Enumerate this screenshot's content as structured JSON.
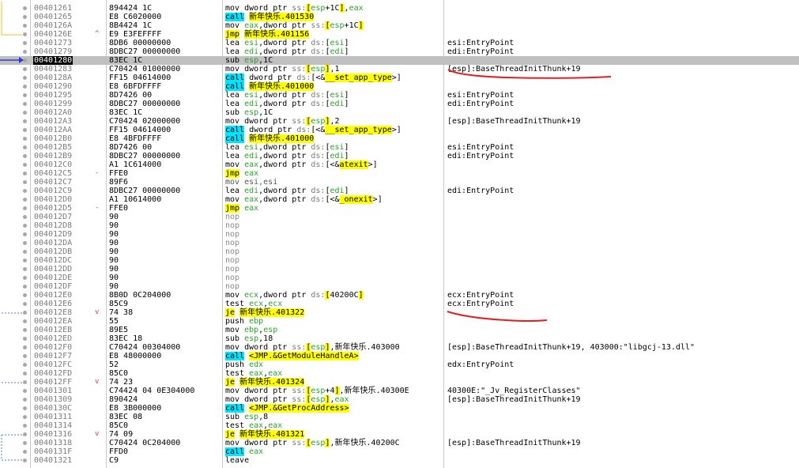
{
  "rows": [
    {
      "addr": "00401261",
      "hex": "894424 1C",
      "mark": "",
      "asm": [
        [
          "mne",
          "mov dword ptr "
        ],
        [
          "seg",
          "ss:"
        ],
        [
          "br",
          "["
        ],
        [
          "reg",
          "esp"
        ],
        [
          "lbl",
          "+1C"
        ],
        [
          "br",
          "]"
        ],
        [
          "lbl",
          ","
        ],
        [
          "reg",
          "eax"
        ]
      ],
      "cmt": ""
    },
    {
      "addr": "00401265",
      "hex": "E8 C6020000",
      "mark": "",
      "asm": [
        [
          "call",
          "call"
        ],
        [
          "lbl",
          " "
        ],
        [
          "dest",
          "新年快乐.401530"
        ]
      ],
      "cmt": ""
    },
    {
      "addr": "0040126A",
      "hex": "8B4424 1C",
      "mark": "",
      "asm": [
        [
          "mne",
          "mov "
        ],
        [
          "reg",
          "eax"
        ],
        [
          "lbl",
          ",dword ptr "
        ],
        [
          "seg",
          "ss:"
        ],
        [
          "br",
          "["
        ],
        [
          "reg",
          "esp"
        ],
        [
          "lbl",
          "+1C"
        ],
        [
          "br",
          "]"
        ]
      ],
      "cmt": ""
    },
    {
      "addr": "0040126E",
      "hex": "E9 E3FEFFFF",
      "mark": "^",
      "asm": [
        [
          "jmp",
          "jmp"
        ],
        [
          "lbl",
          " "
        ],
        [
          "dest",
          "新年快乐.401156"
        ]
      ],
      "cmt": ""
    },
    {
      "addr": "00401273",
      "hex": "8DB6 00000000",
      "mark": "",
      "asm": [
        [
          "mne",
          "lea "
        ],
        [
          "reg",
          "esi"
        ],
        [
          "lbl",
          ",dword ptr "
        ],
        [
          "seg",
          "ds:"
        ],
        [
          "lbl",
          "["
        ],
        [
          "reg",
          "esi"
        ],
        [
          "lbl",
          "]"
        ]
      ],
      "cmt": "esi:EntryPoint"
    },
    {
      "addr": "00401279",
      "hex": "8DBC27 00000000",
      "mark": "",
      "asm": [
        [
          "mne",
          "lea "
        ],
        [
          "reg",
          "edi"
        ],
        [
          "lbl",
          ",dword ptr "
        ],
        [
          "seg",
          "ds:"
        ],
        [
          "lbl",
          "["
        ],
        [
          "reg",
          "edi"
        ],
        [
          "lbl",
          "]"
        ]
      ],
      "cmt": "edi:EntryPoint"
    },
    {
      "addr": "00401280",
      "hex": "83EC 1C",
      "mark": "",
      "cur": true,
      "asm": [
        [
          "mne",
          "sub "
        ],
        [
          "reg",
          "esp"
        ],
        [
          "lbl",
          ",1C"
        ]
      ],
      "cmt": ""
    },
    {
      "addr": "00401283",
      "hex": "C70424 01000000",
      "mark": "",
      "asm": [
        [
          "mne",
          "mov dword ptr "
        ],
        [
          "seg",
          "ss:"
        ],
        [
          "br",
          "["
        ],
        [
          "reg",
          "esp"
        ],
        [
          "br",
          "]"
        ],
        [
          "lbl",
          ",1"
        ]
      ],
      "cmt": "[esp]:BaseThreadInitThunk+19"
    },
    {
      "addr": "0040128A",
      "hex": "FF15 04614000",
      "mark": "",
      "asm": [
        [
          "call",
          "call"
        ],
        [
          "lbl",
          " dword ptr "
        ],
        [
          "seg",
          "ds:"
        ],
        [
          "lbl",
          "[<&"
        ],
        [
          "dest",
          "__set_app_type"
        ],
        [
          "lbl",
          ">]"
        ]
      ],
      "cmt": ""
    },
    {
      "addr": "00401290",
      "hex": "E8 6BFDFFFF",
      "mark": "",
      "asm": [
        [
          "call",
          "call"
        ],
        [
          "lbl",
          " "
        ],
        [
          "dest",
          "新年快乐.401000"
        ]
      ],
      "cmt": ""
    },
    {
      "addr": "00401295",
      "hex": "8D7426 00",
      "mark": "",
      "asm": [
        [
          "mne",
          "lea "
        ],
        [
          "reg",
          "esi"
        ],
        [
          "lbl",
          ",dword ptr "
        ],
        [
          "seg",
          "ds:"
        ],
        [
          "lbl",
          "["
        ],
        [
          "reg",
          "esi"
        ],
        [
          "lbl",
          "]"
        ]
      ],
      "cmt": "esi:EntryPoint"
    },
    {
      "addr": "00401299",
      "hex": "8DBC27 00000000",
      "mark": "",
      "asm": [
        [
          "mne",
          "lea "
        ],
        [
          "reg",
          "edi"
        ],
        [
          "lbl",
          ",dword ptr "
        ],
        [
          "seg",
          "ds:"
        ],
        [
          "lbl",
          "["
        ],
        [
          "reg",
          "edi"
        ],
        [
          "lbl",
          "]"
        ]
      ],
      "cmt": "edi:EntryPoint"
    },
    {
      "addr": "004012A0",
      "hex": "83EC 1C",
      "mark": "",
      "asm": [
        [
          "mne",
          "sub "
        ],
        [
          "reg",
          "esp"
        ],
        [
          "lbl",
          ",1C"
        ]
      ],
      "cmt": ""
    },
    {
      "addr": "004012A3",
      "hex": "C70424 02000000",
      "mark": "",
      "asm": [
        [
          "mne",
          "mov dword ptr "
        ],
        [
          "seg",
          "ss:"
        ],
        [
          "br",
          "["
        ],
        [
          "reg",
          "esp"
        ],
        [
          "br",
          "]"
        ],
        [
          "lbl",
          ",2"
        ]
      ],
      "cmt": "[esp]:BaseThreadInitThunk+19"
    },
    {
      "addr": "004012AA",
      "hex": "FF15 04614000",
      "mark": "",
      "asm": [
        [
          "call",
          "call"
        ],
        [
          "lbl",
          " dword ptr "
        ],
        [
          "seg",
          "ds:"
        ],
        [
          "lbl",
          "[<&"
        ],
        [
          "dest",
          "__set_app_type"
        ],
        [
          "lbl",
          ">]"
        ]
      ],
      "cmt": ""
    },
    {
      "addr": "004012B0",
      "hex": "E8 4BFDFFFF",
      "mark": "",
      "asm": [
        [
          "call",
          "call"
        ],
        [
          "lbl",
          " "
        ],
        [
          "dest",
          "新年快乐.401000"
        ]
      ],
      "cmt": ""
    },
    {
      "addr": "004012B5",
      "hex": "8D7426 00",
      "mark": "",
      "asm": [
        [
          "mne",
          "lea "
        ],
        [
          "reg",
          "esi"
        ],
        [
          "lbl",
          ",dword ptr "
        ],
        [
          "seg",
          "ds:"
        ],
        [
          "lbl",
          "["
        ],
        [
          "reg",
          "esi"
        ],
        [
          "lbl",
          "]"
        ]
      ],
      "cmt": "esi:EntryPoint"
    },
    {
      "addr": "004012B9",
      "hex": "8DBC27 00000000",
      "mark": "",
      "asm": [
        [
          "mne",
          "lea "
        ],
        [
          "reg",
          "edi"
        ],
        [
          "lbl",
          ",dword ptr "
        ],
        [
          "seg",
          "ds:"
        ],
        [
          "lbl",
          "["
        ],
        [
          "reg",
          "edi"
        ],
        [
          "lbl",
          "]"
        ]
      ],
      "cmt": "edi:EntryPoint"
    },
    {
      "addr": "004012C0",
      "hex": "A1 1C614000",
      "mark": "",
      "asm": [
        [
          "mne",
          "mov "
        ],
        [
          "reg",
          "eax"
        ],
        [
          "lbl",
          ",dword ptr "
        ],
        [
          "seg",
          "ds:"
        ],
        [
          "lbl",
          "[<&"
        ],
        [
          "dest",
          "atexit"
        ],
        [
          "lbl",
          ">]"
        ]
      ],
      "cmt": ""
    },
    {
      "addr": "004012C5",
      "hex": "FFE0",
      "mark": "-",
      "asm": [
        [
          "jmp",
          "jmp"
        ],
        [
          "lbl",
          " "
        ],
        [
          "reg",
          "eax"
        ]
      ],
      "cmt": ""
    },
    {
      "addr": "004012C7",
      "hex": "89F6",
      "mark": "",
      "asm": [
        [
          "gray",
          "mov esi,esi"
        ]
      ],
      "cmt": ""
    },
    {
      "addr": "004012C9",
      "hex": "8DBC27 00000000",
      "mark": "",
      "asm": [
        [
          "mne",
          "lea "
        ],
        [
          "reg",
          "edi"
        ],
        [
          "lbl",
          ",dword ptr "
        ],
        [
          "seg",
          "ds:"
        ],
        [
          "lbl",
          "["
        ],
        [
          "reg",
          "edi"
        ],
        [
          "lbl",
          "]"
        ]
      ],
      "cmt": "edi:EntryPoint"
    },
    {
      "addr": "004012D0",
      "hex": "A1 10614000",
      "mark": "",
      "asm": [
        [
          "mne",
          "mov "
        ],
        [
          "reg",
          "eax"
        ],
        [
          "lbl",
          ",dword ptr "
        ],
        [
          "seg",
          "ds:"
        ],
        [
          "lbl",
          "[<&"
        ],
        [
          "dest",
          "_onexit"
        ],
        [
          "lbl",
          ">]"
        ]
      ],
      "cmt": ""
    },
    {
      "addr": "004012D5",
      "hex": "FFE0",
      "mark": "-",
      "asm": [
        [
          "jmp",
          "jmp"
        ],
        [
          "lbl",
          " "
        ],
        [
          "reg",
          "eax"
        ]
      ],
      "cmt": ""
    },
    {
      "addr": "004012D7",
      "hex": "90",
      "mark": "",
      "asm": [
        [
          "nop",
          "nop"
        ]
      ],
      "cmt": ""
    },
    {
      "addr": "004012D8",
      "hex": "90",
      "mark": "",
      "asm": [
        [
          "nop",
          "nop"
        ]
      ],
      "cmt": ""
    },
    {
      "addr": "004012D9",
      "hex": "90",
      "mark": "",
      "asm": [
        [
          "nop",
          "nop"
        ]
      ],
      "cmt": ""
    },
    {
      "addr": "004012DA",
      "hex": "90",
      "mark": "",
      "asm": [
        [
          "nop",
          "nop"
        ]
      ],
      "cmt": ""
    },
    {
      "addr": "004012DB",
      "hex": "90",
      "mark": "",
      "asm": [
        [
          "nop",
          "nop"
        ]
      ],
      "cmt": ""
    },
    {
      "addr": "004012DC",
      "hex": "90",
      "mark": "",
      "asm": [
        [
          "nop",
          "nop"
        ]
      ],
      "cmt": ""
    },
    {
      "addr": "004012DD",
      "hex": "90",
      "mark": "",
      "asm": [
        [
          "nop",
          "nop"
        ]
      ],
      "cmt": ""
    },
    {
      "addr": "004012DE",
      "hex": "90",
      "mark": "",
      "asm": [
        [
          "nop",
          "nop"
        ]
      ],
      "cmt": ""
    },
    {
      "addr": "004012DF",
      "hex": "90",
      "mark": "",
      "asm": [
        [
          "nop",
          "nop"
        ]
      ],
      "cmt": ""
    },
    {
      "addr": "004012E0",
      "hex": "8B0D 0C204000",
      "mark": "",
      "asm": [
        [
          "mne",
          "mov "
        ],
        [
          "reg",
          "ecx"
        ],
        [
          "lbl",
          ",dword ptr "
        ],
        [
          "seg",
          "ds:"
        ],
        [
          "br",
          "["
        ],
        [
          "lbl",
          "40200C"
        ],
        [
          "br",
          "]"
        ]
      ],
      "cmt": "ecx:EntryPoint"
    },
    {
      "addr": "004012E6",
      "hex": "85C9",
      "mark": "",
      "asm": [
        [
          "mne",
          "test "
        ],
        [
          "reg",
          "ecx"
        ],
        [
          "lbl",
          ","
        ],
        [
          "reg",
          "ecx"
        ]
      ],
      "cmt": "ecx:EntryPoint"
    },
    {
      "addr": "004012E8",
      "hex": "74 38",
      "mark": "v",
      "asm": [
        [
          "jmp",
          "je"
        ],
        [
          "lbl",
          " "
        ],
        [
          "dest",
          "新年快乐.401322"
        ]
      ],
      "cmt": ""
    },
    {
      "addr": "004012EA",
      "hex": "55",
      "mark": "",
      "asm": [
        [
          "mne",
          "push "
        ],
        [
          "reg",
          "ebp"
        ]
      ],
      "cmt": ""
    },
    {
      "addr": "004012EB",
      "hex": "89E5",
      "mark": "",
      "asm": [
        [
          "mne",
          "mov "
        ],
        [
          "reg",
          "ebp"
        ],
        [
          "lbl",
          ","
        ],
        [
          "reg",
          "esp"
        ]
      ],
      "cmt": ""
    },
    {
      "addr": "004012ED",
      "hex": "83EC 18",
      "mark": "",
      "asm": [
        [
          "mne",
          "sub "
        ],
        [
          "reg",
          "esp"
        ],
        [
          "lbl",
          ",18"
        ]
      ],
      "cmt": ""
    },
    {
      "addr": "004012F0",
      "hex": "C70424 00304000",
      "mark": "",
      "asm": [
        [
          "mne",
          "mov dword ptr "
        ],
        [
          "seg",
          "ss:"
        ],
        [
          "br",
          "["
        ],
        [
          "reg",
          "esp"
        ],
        [
          "br",
          "]"
        ],
        [
          "lbl",
          ",新年快乐.403000"
        ]
      ],
      "cmt": "[esp]:BaseThreadInitThunk+19, 403000:\"libgcj-13.dll\""
    },
    {
      "addr": "004012F7",
      "hex": "E8 48000000",
      "mark": "",
      "asm": [
        [
          "call",
          "call"
        ],
        [
          "lbl",
          " "
        ],
        [
          "dest",
          "<JMP.&GetModuleHandleA>"
        ]
      ],
      "cmt": ""
    },
    {
      "addr": "004012FC",
      "hex": "52",
      "mark": "",
      "asm": [
        [
          "mne",
          "push "
        ],
        [
          "reg",
          "edx"
        ]
      ],
      "cmt": "edx:EntryPoint"
    },
    {
      "addr": "004012FD",
      "hex": "85C0",
      "mark": "",
      "asm": [
        [
          "mne",
          "test "
        ],
        [
          "reg",
          "eax"
        ],
        [
          "lbl",
          ","
        ],
        [
          "reg",
          "eax"
        ]
      ],
      "cmt": ""
    },
    {
      "addr": "004012FF",
      "hex": "74 23",
      "mark": "v",
      "asm": [
        [
          "jmp",
          "je"
        ],
        [
          "lbl",
          " "
        ],
        [
          "dest",
          "新年快乐.401324"
        ]
      ],
      "cmt": ""
    },
    {
      "addr": "00401301",
      "hex": "C74424 04 0E304000",
      "mark": "",
      "asm": [
        [
          "mne",
          "mov dword ptr "
        ],
        [
          "seg",
          "ss:"
        ],
        [
          "br",
          "["
        ],
        [
          "reg",
          "esp"
        ],
        [
          "lbl",
          "+4"
        ],
        [
          "br",
          "]"
        ],
        [
          "lbl",
          ",新年快乐.40300E"
        ]
      ],
      "cmt": "40300E:\"_Jv_RegisterClasses\""
    },
    {
      "addr": "00401309",
      "hex": "890424",
      "mark": "",
      "asm": [
        [
          "mne",
          "mov dword ptr "
        ],
        [
          "seg",
          "ss:"
        ],
        [
          "br",
          "["
        ],
        [
          "reg",
          "esp"
        ],
        [
          "br",
          "]"
        ],
        [
          "lbl",
          ","
        ],
        [
          "reg",
          "eax"
        ]
      ],
      "cmt": "[esp]:BaseThreadInitThunk+19"
    },
    {
      "addr": "0040130C",
      "hex": "E8 3B000000",
      "mark": "",
      "asm": [
        [
          "call",
          "call"
        ],
        [
          "lbl",
          " "
        ],
        [
          "dest",
          "<JMP.&GetProcAddress>"
        ]
      ],
      "cmt": ""
    },
    {
      "addr": "00401311",
      "hex": "83EC 08",
      "mark": "",
      "asm": [
        [
          "mne",
          "sub "
        ],
        [
          "reg",
          "esp"
        ],
        [
          "lbl",
          ",8"
        ]
      ],
      "cmt": ""
    },
    {
      "addr": "00401314",
      "hex": "85C0",
      "mark": "",
      "asm": [
        [
          "mne",
          "test "
        ],
        [
          "reg",
          "eax"
        ],
        [
          "lbl",
          ","
        ],
        [
          "reg",
          "eax"
        ]
      ],
      "cmt": ""
    },
    {
      "addr": "00401316",
      "hex": "74 09",
      "mark": "v",
      "asm": [
        [
          "jmp",
          "je"
        ],
        [
          "lbl",
          " "
        ],
        [
          "dest",
          "新年快乐.401321"
        ]
      ],
      "cmt": ""
    },
    {
      "addr": "00401318",
      "hex": "C70424 0C204000",
      "mark": "",
      "asm": [
        [
          "mne",
          "mov dword ptr "
        ],
        [
          "seg",
          "ss:"
        ],
        [
          "br",
          "["
        ],
        [
          "reg",
          "esp"
        ],
        [
          "br",
          "]"
        ],
        [
          "lbl",
          ",新年快乐.40200C"
        ]
      ],
      "cmt": "[esp]:BaseThreadInitThunk+19"
    },
    {
      "addr": "0040131F",
      "hex": "FFD0",
      "mark": "",
      "asm": [
        [
          "call",
          "call"
        ],
        [
          "lbl",
          " "
        ],
        [
          "reg",
          "eax"
        ]
      ],
      "cmt": ""
    },
    {
      "addr": "00401321",
      "hex": "C9",
      "mark": "",
      "asm": [
        [
          "mne",
          "leave"
        ]
      ],
      "cmt": ""
    }
  ],
  "colors": {
    "call_bg": "#00e5ff",
    "jump_bg": "#ffff00",
    "register": "#2ca02c",
    "current_row": "#c0c0c0",
    "annotation": "#e02020",
    "arrow": "#2a3bd6"
  }
}
